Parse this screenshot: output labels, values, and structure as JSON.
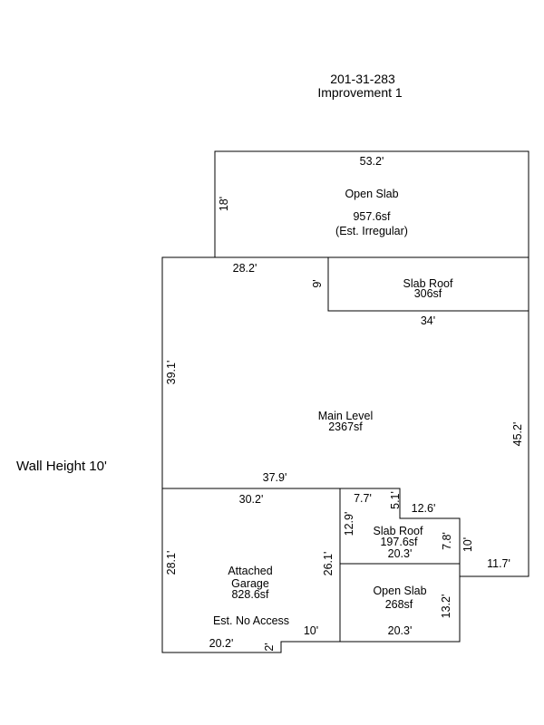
{
  "header": {
    "parcel_id": "201-31-283",
    "improvement": "Improvement 1"
  },
  "wall_height": "Wall Height 10'",
  "areas": {
    "open_slab_top": {
      "name": "Open Slab",
      "area": "957.6sf",
      "note": "(Est. Irregular)"
    },
    "slab_roof_top": {
      "name": "Slab Roof",
      "area": "306sf"
    },
    "main_level": {
      "name": "Main Level",
      "area": "2367sf"
    },
    "garage": {
      "name_line1": "Attached",
      "name_line2": "Garage",
      "area": "828.6sf",
      "note": "Est. No Access"
    },
    "slab_roof_bottom": {
      "name": "Slab Roof",
      "area": "197.6sf"
    },
    "open_slab_bottom": {
      "name": "Open Slab",
      "area": "268sf"
    }
  },
  "dimensions": {
    "d53_2": "53.2'",
    "d18": "18'",
    "d28_2": "28.2'",
    "d9": "9'",
    "d34": "34'",
    "d39_1": "39.1'",
    "d45_2": "45.2'",
    "d37_9": "37.9'",
    "d30_2": "30.2'",
    "d7_7": "7.7'",
    "d5_1": "5.1'",
    "d12_6": "12.6'",
    "d12_9": "12.9'",
    "d7_8": "7.8'",
    "d10_right": "10'",
    "d20_3_a": "20.3'",
    "d11_7": "11.7'",
    "d28_1": "28.1'",
    "d26_1": "26.1'",
    "d13_2": "13.2'",
    "d10_bottom": "10'",
    "d20_3_b": "20.3'",
    "d20_2": "20.2'",
    "d2": "2'"
  }
}
